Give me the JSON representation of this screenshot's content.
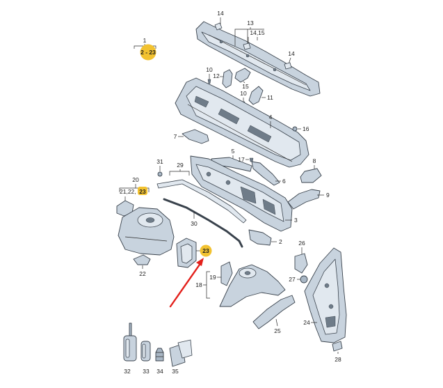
{
  "colors": {
    "highlight": "#f2c230",
    "arrow": "#e3201b",
    "part_fill": "#c8d3de",
    "part_stroke": "#39424c"
  },
  "labels": {
    "group_1": "1",
    "group_1_range": "2 - 23",
    "n14a": "14",
    "n13": "13",
    "n14_15": "14,15",
    "n14b": "14",
    "n10a": "10",
    "n12": "12",
    "n15": "15",
    "n10b": "10",
    "n11": "11",
    "n4": "4",
    "n16": "16",
    "n7": "7",
    "n5": "5",
    "n17": "17",
    "n8": "8",
    "n6": "6",
    "n9": "9",
    "n31": "31",
    "n29": "29",
    "n20": "20",
    "n21_22": "21,22,",
    "n21_22_hl": "23",
    "n3": "3",
    "n30": "30",
    "n2": "2",
    "n23": "23",
    "n26": "26",
    "n22": "22",
    "n19": "19",
    "n18": "18",
    "n27": "27",
    "n25": "25",
    "n24": "24",
    "n28": "28",
    "n32": "32",
    "n33": "33",
    "n34": "34",
    "n35": "35"
  }
}
